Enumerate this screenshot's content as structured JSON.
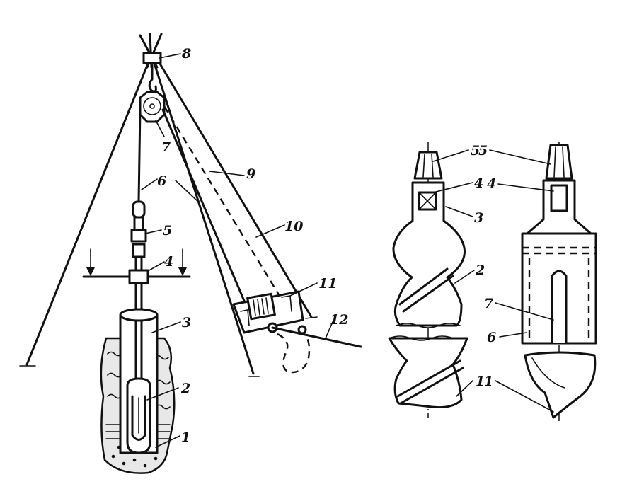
{
  "labels": {
    "l1": "1",
    "l2": "2",
    "l3": "3",
    "l4": "4",
    "l5": "5",
    "l6": "6",
    "l7": "7",
    "l8": "8",
    "l9": "9",
    "l10": "10",
    "l11": "11",
    "l12": "12",
    "r1": "1",
    "r2": "2",
    "r3": "3",
    "r4": "4",
    "r5": "5",
    "r5b": "5",
    "r4b": "4",
    "r7": "7",
    "r6": "6",
    "r1b": "1"
  },
  "colors": {
    "ink": "#111111",
    "paper": "#ffffff"
  }
}
